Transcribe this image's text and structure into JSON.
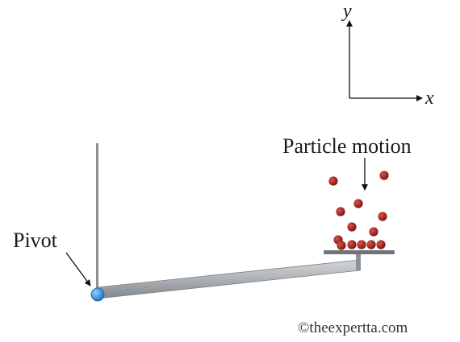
{
  "diagram": {
    "axes": {
      "y_label": "y",
      "x_label": "x"
    },
    "labels": {
      "particle_motion": "Particle motion",
      "pivot": "Pivot"
    },
    "watermark": "©theexpertta.com",
    "colors": {
      "particle": "#a0201c",
      "pivot": "#2a8fd8",
      "arm": "#a9adb1",
      "platform": "#6d7378",
      "ink": "#111111"
    },
    "particle_count": 13
  }
}
